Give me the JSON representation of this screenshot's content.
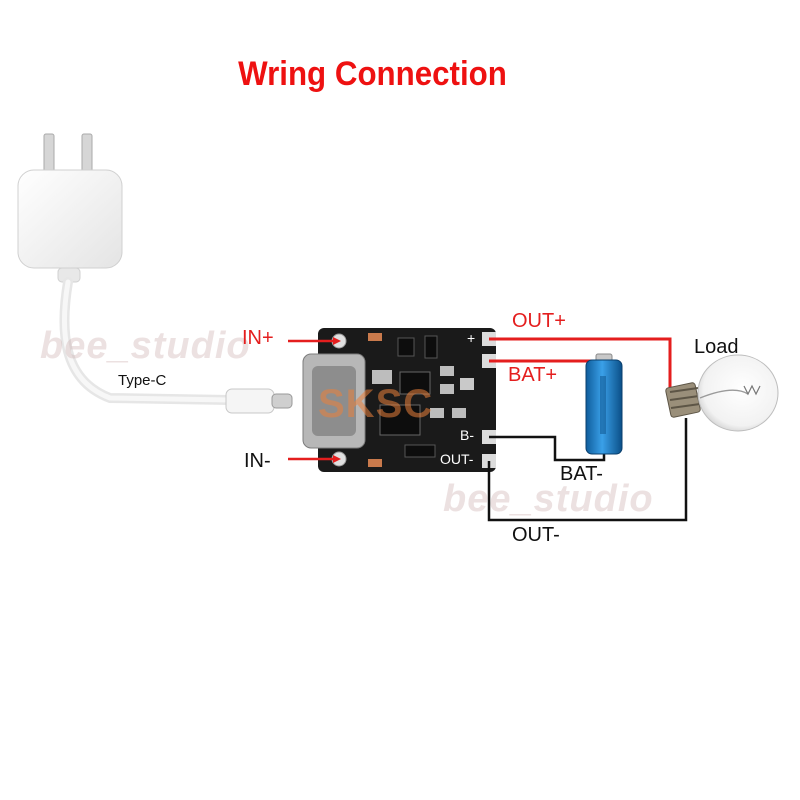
{
  "title": "Wring Connection",
  "labels": {
    "in_plus": "IN+",
    "in_minus": "IN-",
    "out_plus": "OUT+",
    "bat_plus": "BAT+",
    "bat_minus": "BAT-",
    "out_minus": "OUT-",
    "load": "Load",
    "type_c": "Type-C"
  },
  "board": {
    "plus_mark": "+",
    "b_minus": "B-",
    "out_minus": "OUT-",
    "logo": "SKSC"
  },
  "watermarks": [
    "bee_studio",
    "bee_studio"
  ],
  "colors": {
    "title": "#ee1111",
    "red_label": "#e41e1e",
    "battery": "#1f7fc8",
    "board": "#1a1a1a"
  }
}
